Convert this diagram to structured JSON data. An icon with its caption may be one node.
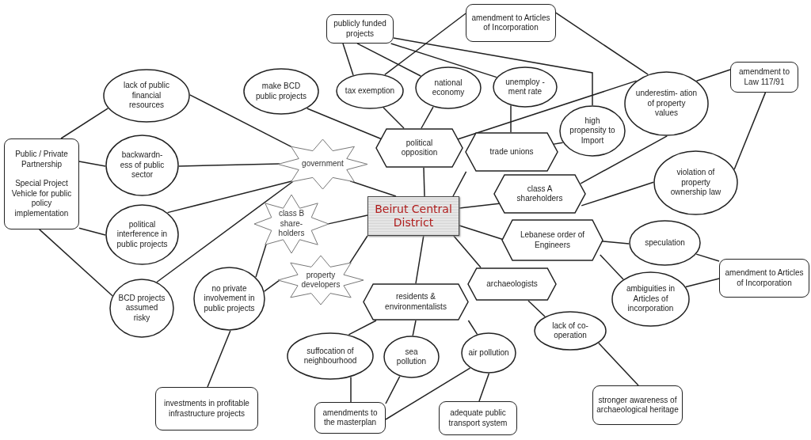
{
  "diagram": {
    "nodes": [
      {
        "text": [
          "Beirut Central District"
        ]
      },
      {
        "text": [
          "government"
        ]
      },
      {
        "text": [
          "class B share- holders"
        ]
      },
      {
        "text": [
          "property developers"
        ]
      },
      {
        "text": [
          "political opposition"
        ]
      },
      {
        "text": [
          "trade unions"
        ]
      },
      {
        "text": [
          "class A shareholders"
        ]
      },
      {
        "text": [
          "Lebanese order of Engineers"
        ]
      },
      {
        "text": [
          "archaeologists"
        ]
      },
      {
        "text": [
          "residents & environmentalists"
        ]
      },
      {
        "text": [
          "Public / Private Partnership",
          "Special Project Vehicle for public policy implementation"
        ]
      },
      {
        "text": [
          "lack of public financial resources"
        ]
      },
      {
        "text": [
          "backwardn- ess of public sector"
        ]
      },
      {
        "text": [
          "political interference in public projects"
        ]
      },
      {
        "text": [
          "BCD projects assumed risky"
        ]
      },
      {
        "text": [
          "no private involvement in public projects"
        ]
      },
      {
        "text": [
          "investments in profitable infrastructure projects"
        ]
      },
      {
        "text": [
          "make BCD public projects"
        ]
      },
      {
        "text": [
          "publicly funded projects"
        ]
      },
      {
        "text": [
          "amendment to Articles of Incorporation"
        ]
      },
      {
        "text": [
          "tax exemption"
        ]
      },
      {
        "text": [
          "national economy"
        ]
      },
      {
        "text": [
          "unemploy -ment rate"
        ]
      },
      {
        "text": [
          "high propensity to Import"
        ]
      },
      {
        "text": [
          "underestim- ation of property values"
        ]
      },
      {
        "text": [
          "amendment to Law 117/91"
        ]
      },
      {
        "text": [
          "violation of property ownership law"
        ]
      },
      {
        "text": [
          "speculation"
        ]
      },
      {
        "text": [
          "amendment to Articles of Incorporation"
        ]
      },
      {
        "text": [
          "ambiguities in Articles of incorporation"
        ]
      },
      {
        "text": [
          "lack of co-operation"
        ]
      },
      {
        "text": [
          "stronger awareness of archaeological heritage"
        ]
      },
      {
        "text": [
          "suffocation of neighbourhood"
        ]
      },
      {
        "text": [
          "sea pollution"
        ]
      },
      {
        "text": [
          "air pollution"
        ]
      },
      {
        "text": [
          "amendments to the masterplan"
        ]
      },
      {
        "text": [
          "adequate public transport system"
        ]
      }
    ],
    "edges": [
      {
        "from": 1,
        "to": 0,
        "arrow": "none"
      },
      {
        "from": 2,
        "to": 0,
        "arrow": "none"
      },
      {
        "from": 3,
        "to": 0,
        "arrow": "none"
      },
      {
        "from": 4,
        "to": 0,
        "arrow": "none"
      },
      {
        "from": 5,
        "to": 0,
        "arrow": "none"
      },
      {
        "from": 6,
        "to": 0,
        "arrow": "none"
      },
      {
        "from": 7,
        "to": 0,
        "arrow": "none"
      },
      {
        "from": 8,
        "to": 0,
        "arrow": "none"
      },
      {
        "from": 9,
        "to": 0,
        "arrow": "none"
      },
      {
        "from": 11,
        "to": 1,
        "arrow": "none"
      },
      {
        "from": 12,
        "to": 1,
        "arrow": "none"
      },
      {
        "from": 13,
        "to": 1,
        "arrow": "none"
      },
      {
        "from": 14,
        "to": 1,
        "arrow": "none"
      },
      {
        "from": 10,
        "to": 11,
        "arrow": "none"
      },
      {
        "from": 10,
        "to": 12,
        "arrow": "none"
      },
      {
        "from": 10,
        "to": 13,
        "arrow": "none"
      },
      {
        "from": 10,
        "to": 14,
        "arrow": "none"
      },
      {
        "from": 15,
        "to": 2,
        "arrow": "none"
      },
      {
        "from": 15,
        "to": 3,
        "arrow": "none"
      },
      {
        "from": 15,
        "to": 16,
        "arrow": "none"
      },
      {
        "from": 17,
        "to": 4,
        "arrow": "none"
      },
      {
        "from": 18,
        "to": 20,
        "arrow": "none"
      },
      {
        "from": 18,
        "to": 21,
        "arrow": "none"
      },
      {
        "from": 18,
        "to": 22,
        "arrow": "none"
      },
      {
        "from": 18,
        "to": 23,
        "arrow": "none"
      },
      {
        "from": 19,
        "to": 20,
        "arrow": "none"
      },
      {
        "from": 19,
        "to": 24,
        "arrow": "none"
      },
      {
        "from": 20,
        "to": 4,
        "arrow": "none"
      },
      {
        "from": 21,
        "to": 4,
        "arrow": "none"
      },
      {
        "from": 22,
        "to": 5,
        "arrow": "none"
      },
      {
        "from": 5,
        "to": 23,
        "arrow": "none"
      },
      {
        "from": 4,
        "to": 24,
        "arrow": "none"
      },
      {
        "from": 24,
        "to": 25,
        "arrow": "none"
      },
      {
        "from": 24,
        "to": 6,
        "arrow": "none"
      },
      {
        "from": 25,
        "to": 26,
        "arrow": "none"
      },
      {
        "from": 26,
        "to": 6,
        "arrow": "none"
      },
      {
        "from": 7,
        "to": 27,
        "arrow": "none"
      },
      {
        "from": 7,
        "to": 29,
        "arrow": "none"
      },
      {
        "from": 27,
        "to": 28,
        "arrow": "none"
      },
      {
        "from": 29,
        "to": 28,
        "arrow": "none"
      },
      {
        "from": 8,
        "to": 30,
        "arrow": "none"
      },
      {
        "from": 30,
        "to": 31,
        "arrow": "none"
      },
      {
        "from": 9,
        "to": 32,
        "arrow": "none"
      },
      {
        "from": 9,
        "to": 33,
        "arrow": "none"
      },
      {
        "from": 9,
        "to": 34,
        "arrow": "none"
      },
      {
        "from": 32,
        "to": 35,
        "arrow": "none"
      },
      {
        "from": 33,
        "to": 35,
        "arrow": "none"
      },
      {
        "from": 34,
        "to": 35,
        "arrow": "none"
      },
      {
        "from": 34,
        "to": 36,
        "arrow": "none"
      }
    ]
  }
}
